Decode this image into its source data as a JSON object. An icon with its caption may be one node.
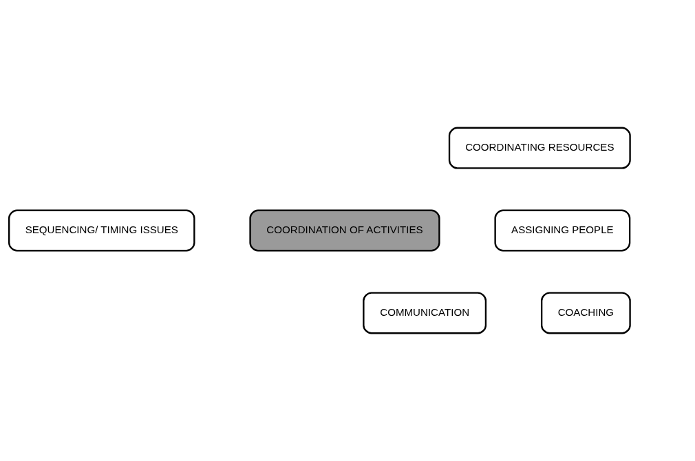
{
  "diagram": {
    "nodes": [
      {
        "text": [
          "COORDINATING RESOURCES"
        ]
      },
      {
        "text": [
          "SEQUENCING/ TIMING ISSUES"
        ]
      },
      {
        "text": [
          "COORDINATION OF ACTIVITIES"
        ]
      },
      {
        "text": [
          "ASSIGNING PEOPLE"
        ]
      },
      {
        "text": [
          "COMMUNICATION"
        ]
      },
      {
        "text": [
          "COACHING"
        ]
      }
    ]
  }
}
